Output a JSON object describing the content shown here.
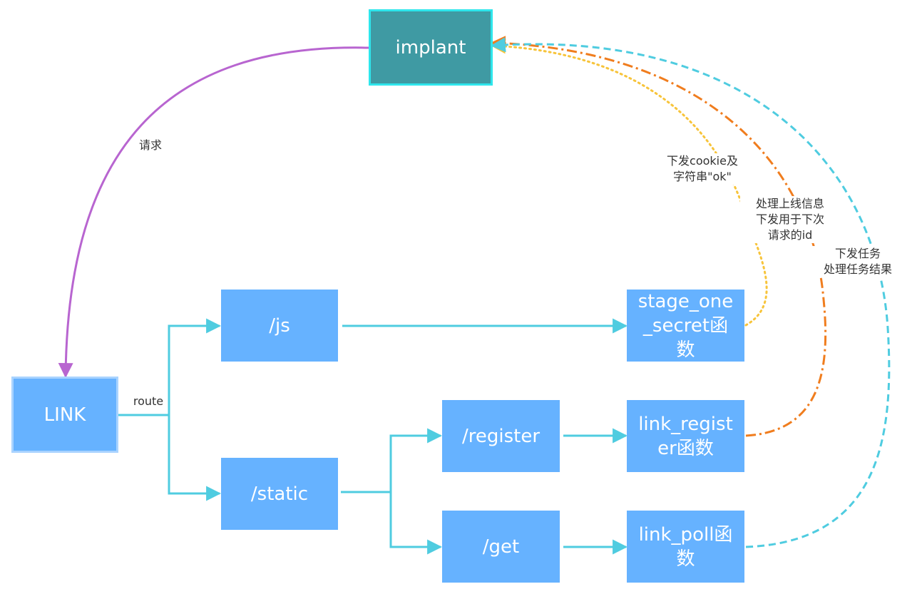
{
  "nodes": {
    "implant": "implant",
    "link": "LINK",
    "js": "/js",
    "static": "/static",
    "register": "/register",
    "get": "/get",
    "stage_one": "stage_one\n_secret函\n数",
    "link_register": "link_regist\ner函数",
    "link_poll": "link_poll函\n数"
  },
  "edge_labels": {
    "request": "请求",
    "route": "route",
    "cookie": "下发cookie及\n字符串\"ok\"",
    "online": "处理上线信息\n下发用于下次\n请求的id",
    "task": "下发任务\n处理任务结果"
  },
  "colors": {
    "node_fill": "#66b2ff",
    "implant_fill": "#3f9aa3",
    "implant_border": "#2ee6ec",
    "connector": "#4fcce0",
    "request_edge": "#b865d0",
    "cookie_edge": "#f7c43b",
    "online_edge": "#f07d1e",
    "task_edge": "#4fcce0"
  }
}
